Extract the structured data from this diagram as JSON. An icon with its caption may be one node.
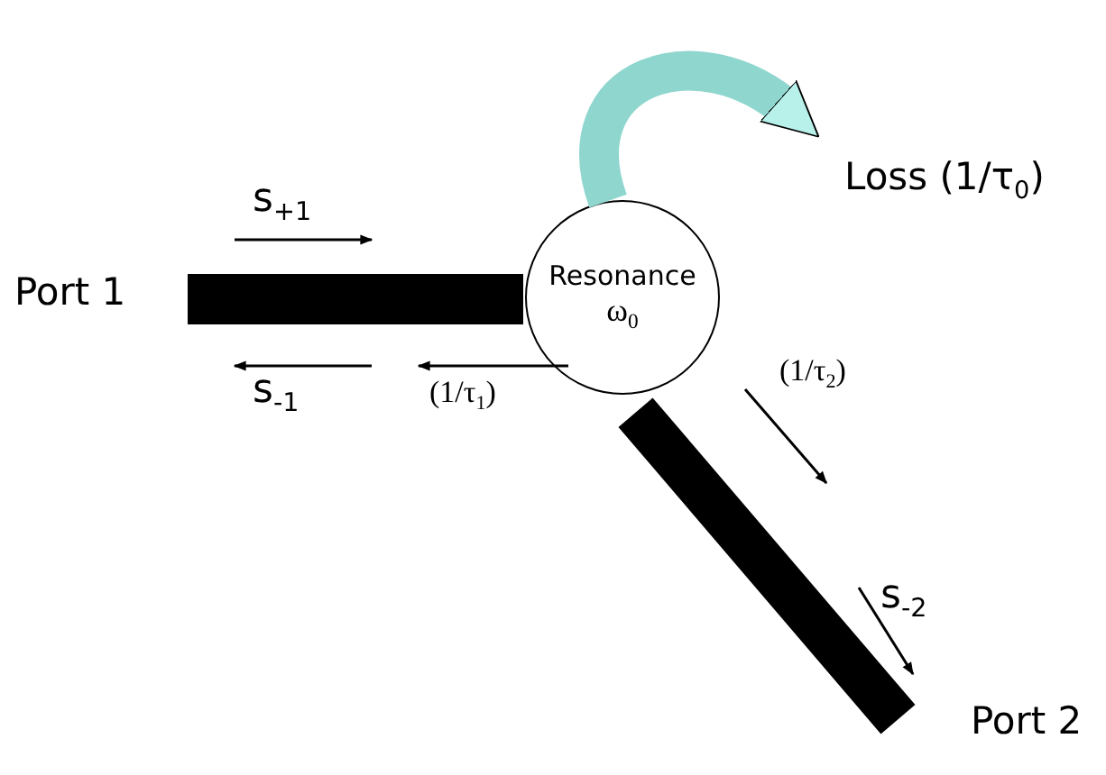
{
  "diagram": {
    "nodes": [
      {
        "text": [
          "Port 1"
        ]
      },
      {
        "text": [],
        "shape": "bar"
      },
      {
        "text": [
          "Resonance",
          "ω$_{0}$"
        ]
      },
      {
        "text": [],
        "shape": "bar"
      },
      {
        "text": [
          "Port 2"
        ]
      },
      {
        "text": [
          "Loss (1/τ$_{0}$)"
        ]
      }
    ],
    "edges": [
      {
        "from": 2,
        "to": 5,
        "arrow": "to",
        "color": "#8fd6cf"
      }
    ],
    "labels": [
      "s$_{+1}$",
      "s$_{-1}$",
      "(1/τ$_{1}$)",
      "(1/τ$_{2}$)",
      "s$_{-2}$"
    ]
  }
}
